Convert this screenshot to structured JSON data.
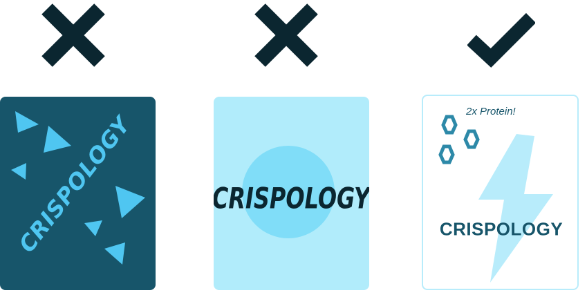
{
  "colors": {
    "dark_teal": "#17556a",
    "navy": "#0b2630",
    "light_blue": "#b1ecfb",
    "bright_blue": "#4fc6f1",
    "circle_blue": "#80ddf8",
    "bolt_blue": "#b8ecfb",
    "hex_blue": "#2d89a8"
  },
  "panels": [
    {
      "verdict": "cross-icon"
    },
    {
      "verdict": "cross-icon"
    },
    {
      "verdict": "check-icon"
    }
  ],
  "package_busy": {
    "brand": "CRISPOLOGY"
  },
  "package_plain": {
    "brand": "CRISPOLOGY"
  },
  "package_good": {
    "brand": "CRISPOLOGY",
    "tagline": "2x Protein!"
  }
}
